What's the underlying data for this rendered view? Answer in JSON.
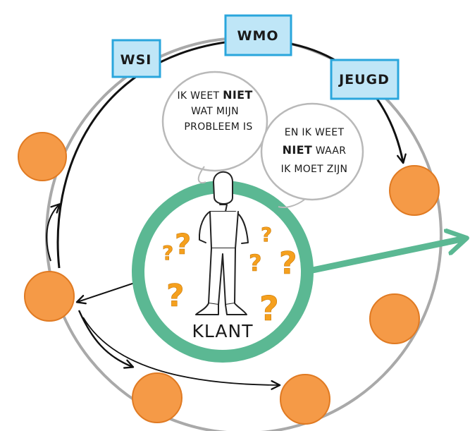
{
  "signs": [
    {
      "id": "wsi",
      "label": "WSI"
    },
    {
      "id": "wmo",
      "label": "WMO"
    },
    {
      "id": "jeugd",
      "label": "JEUGD"
    }
  ],
  "bubble_left": {
    "line1_prefix": "IK WEET ",
    "line1_emphasis": "NIET",
    "line2": "WAT MIJN",
    "line3": "PROBLEEM IS"
  },
  "bubble_right": {
    "line1": "EN IK WEET",
    "line2_emphasis": "NIET",
    "line2_suffix": " WAAR",
    "line3": "IK MOET ZIJN"
  },
  "center_label": "KLANT",
  "question_mark": "?",
  "colors": {
    "ring": "#a9a9a9",
    "node_fill": "#f59a47",
    "node_stroke": "#e07a22",
    "client_circle": "#5bb893",
    "sign_fill": "#bfe6f7",
    "sign_stroke": "#2aa6dc",
    "arrow": "#111111"
  }
}
